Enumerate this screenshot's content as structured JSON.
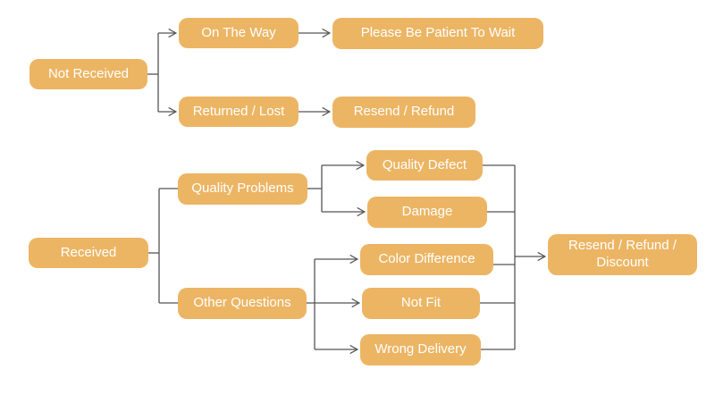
{
  "diagram": {
    "type": "flowchart",
    "colors": {
      "background": "#FFFFFF",
      "node_fill": "#ECB564",
      "node_text": "#FFFFFF",
      "line": "#555555"
    },
    "nodes": {
      "not_received": "Not Received",
      "on_the_way": "On The Way",
      "please_be_patient": "Please Be Patient To Wait",
      "returned_lost": "Returned / Lost",
      "resend_refund": "Resend / Refund",
      "received": "Received",
      "quality_problems": "Quality Problems",
      "other_questions": "Other Questions",
      "quality_defect": "Quality Defect",
      "damage": "Damage",
      "color_difference": "Color Difference",
      "not_fit": "Not Fit",
      "wrong_delivery": "Wrong Delivery",
      "resend_refund_discount": "Resend / Refund / Discount"
    },
    "edges": [
      {
        "from": "Not Received",
        "to": "On The Way",
        "arrow": true
      },
      {
        "from": "Not Received",
        "to": "Returned / Lost",
        "arrow": true
      },
      {
        "from": "On The Way",
        "to": "Please Be Patient To Wait",
        "arrow": true
      },
      {
        "from": "Returned / Lost",
        "to": "Resend / Refund",
        "arrow": true
      },
      {
        "from": "Received",
        "to": "Quality Problems",
        "arrow": false
      },
      {
        "from": "Received",
        "to": "Other Questions",
        "arrow": false
      },
      {
        "from": "Quality Problems",
        "to": "Quality Defect",
        "arrow": true
      },
      {
        "from": "Quality Problems",
        "to": "Damage",
        "arrow": true
      },
      {
        "from": "Other Questions",
        "to": "Color Difference",
        "arrow": true
      },
      {
        "from": "Other Questions",
        "to": "Not Fit",
        "arrow": true
      },
      {
        "from": "Other Questions",
        "to": "Wrong Delivery",
        "arrow": true
      },
      {
        "from": "Quality Defect",
        "to": "Resend / Refund / Discount",
        "arrow": true
      },
      {
        "from": "Damage",
        "to": "Resend / Refund / Discount",
        "arrow": true
      },
      {
        "from": "Color Difference",
        "to": "Resend / Refund / Discount",
        "arrow": true
      },
      {
        "from": "Not Fit",
        "to": "Resend / Refund / Discount",
        "arrow": true
      },
      {
        "from": "Wrong Delivery",
        "to": "Resend / Refund / Discount",
        "arrow": true
      }
    ]
  }
}
